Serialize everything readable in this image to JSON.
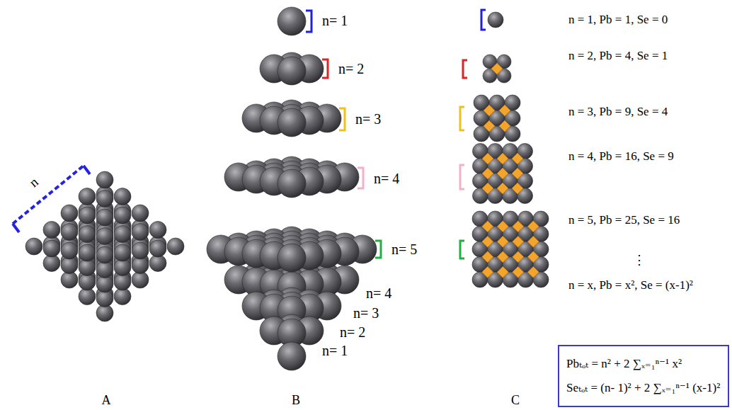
{
  "diagram": {
    "nodes": [
      {
        "text": [
          "Pbₜₒₜ = n² + 2 ∑ₓ₌₁ⁿ⁻¹ x²",
          "Seₜₒₜ = (n- 1)² + 2 ∑ₓ₌₁ⁿ⁻¹ (x-1)²"
        ]
      }
    ],
    "labels": [
      "n",
      "n= 1",
      "n= 2",
      "n= 3",
      "n= 4",
      "n= 5",
      "n= 4",
      "n= 3",
      "n= 2",
      "n= 1",
      "n = 1, Pb = 1, Se = 0",
      "n = 2, Pb = 4, Se = 1",
      "n = 3, Pb = 9, Se = 4",
      "n = 4, Pb = 16, Se = 9",
      "n = 5, Pb = 25, Se = 16",
      "⋮",
      "n = x, Pb = x², Se = (x-1)²",
      "A",
      "B",
      "C"
    ]
  }
}
